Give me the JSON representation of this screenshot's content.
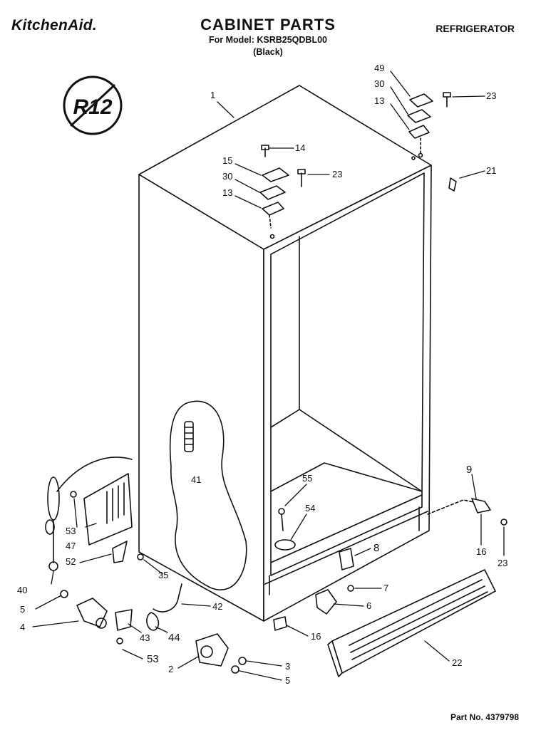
{
  "header": {
    "brand": "KitchenAid.",
    "title": "CABINET PARTS",
    "model_line": "For Model: KSRB25QDBL00",
    "color_line": "(Black)",
    "product": "REFRIGERATOR"
  },
  "badge": {
    "text": "R12"
  },
  "footer": {
    "part_number": "Part No. 4379798"
  },
  "callouts": [
    {
      "id": "c1",
      "label": "1"
    },
    {
      "id": "c49",
      "label": "49"
    },
    {
      "id": "c30a",
      "label": "30"
    },
    {
      "id": "c13a",
      "label": "13"
    },
    {
      "id": "c23a",
      "label": "23"
    },
    {
      "id": "c14",
      "label": "14"
    },
    {
      "id": "c15",
      "label": "15"
    },
    {
      "id": "c30b",
      "label": "30"
    },
    {
      "id": "c13b",
      "label": "13"
    },
    {
      "id": "c23b",
      "label": "23"
    },
    {
      "id": "c21",
      "label": "21"
    },
    {
      "id": "c41",
      "label": "41"
    },
    {
      "id": "c55",
      "label": "55"
    },
    {
      "id": "c54",
      "label": "54"
    },
    {
      "id": "c9",
      "label": "9"
    },
    {
      "id": "c16a",
      "label": "16"
    },
    {
      "id": "c23c",
      "label": "23"
    },
    {
      "id": "c8",
      "label": "8"
    },
    {
      "id": "c7",
      "label": "7"
    },
    {
      "id": "c6",
      "label": "6"
    },
    {
      "id": "c16b",
      "label": "16"
    },
    {
      "id": "c22",
      "label": "22"
    },
    {
      "id": "c53a",
      "label": "53"
    },
    {
      "id": "c47",
      "label": "47"
    },
    {
      "id": "c52",
      "label": "52"
    },
    {
      "id": "c40",
      "label": "40"
    },
    {
      "id": "c35",
      "label": "35"
    },
    {
      "id": "c5a",
      "label": "5"
    },
    {
      "id": "c4",
      "label": "4"
    },
    {
      "id": "c42",
      "label": "42"
    },
    {
      "id": "c43",
      "label": "43"
    },
    {
      "id": "c44",
      "label": "44"
    },
    {
      "id": "c53b",
      "label": "53"
    },
    {
      "id": "c2",
      "label": "2"
    },
    {
      "id": "c3",
      "label": "3"
    },
    {
      "id": "c5b",
      "label": "5"
    }
  ]
}
